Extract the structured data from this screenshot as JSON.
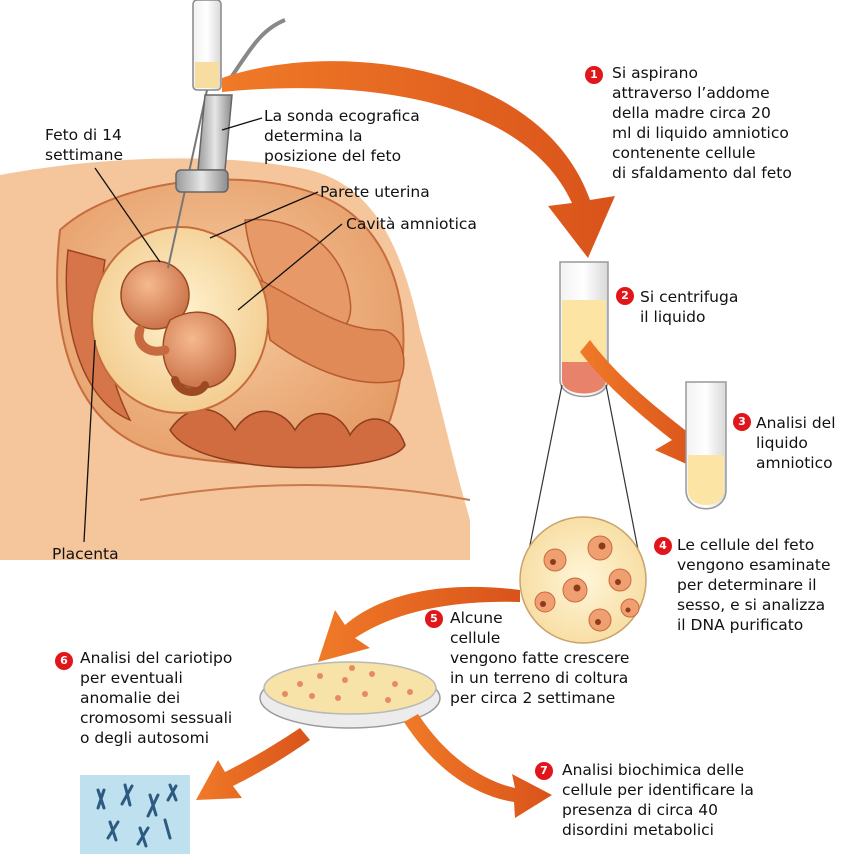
{
  "labels": {
    "fetus": "Feto di 14\nsettimane",
    "probe": "La sonda ecografica\ndetermina la\nposizione del feto",
    "uterine_wall": "Parete uterina",
    "amniotic_cavity": "Cavità amniotica",
    "placenta": "Placenta"
  },
  "steps": [
    {
      "num": "1",
      "text": "Si aspirano\nattraverso l’addome\ndella madre circa 20\nml di liquido amniotico\ncontenente cellule\ndi sfaldamento dal feto"
    },
    {
      "num": "2",
      "text": "Si centrifuga\nil liquido"
    },
    {
      "num": "3",
      "text": "Analisi del\nliquido\namniotico"
    },
    {
      "num": "4",
      "text": "Le cellule del feto\nvengono esaminate\nper determinare il\nsesso, e si analizza\nil DNA purificato"
    },
    {
      "num": "5",
      "text": "Alcune\ncellule\nvengono fatte crescere\nin un terreno di coltura\nper circa 2 settimane"
    },
    {
      "num": "6",
      "text": "Analisi del cariotipo\nper eventuali\nanomalie dei\ncromosomi sessuali\no degli autosomi"
    },
    {
      "num": "7",
      "text": "Analisi biochimica delle\ncellule per identificare la\npresenza di circa 40\ndisordini metabolici"
    }
  ],
  "colors": {
    "skin": "#f3b98a",
    "skin_dark": "#d9845a",
    "tissue": "#e8a070",
    "fluid": "#fbe6a6",
    "arrow": "#e8661c",
    "badge": "#e0161b",
    "karyotype_bg": "#bfe1ef"
  }
}
